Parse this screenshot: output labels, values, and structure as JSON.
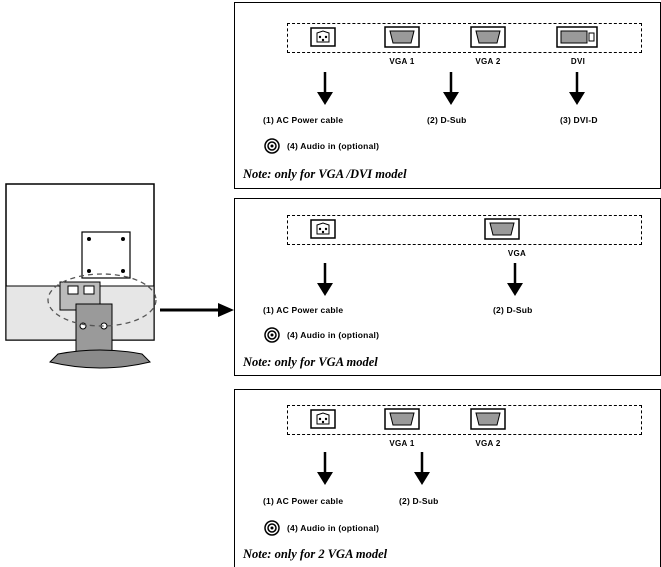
{
  "monitor": {
    "icon": "monitor-rear-icon"
  },
  "panels": [
    {
      "ports": [
        {
          "icon": "ac-socket-icon",
          "label": ""
        },
        {
          "icon": "vga-port-icon",
          "label": "VGA 1"
        },
        {
          "icon": "vga-port-icon",
          "label": "VGA 2"
        },
        {
          "icon": "dvi-port-icon",
          "label": "DVI"
        }
      ],
      "cables": [
        "(1) AC Power cable",
        "(2) D-Sub",
        "(3) DVI-D"
      ],
      "audio": "(4) Audio in (optional)",
      "note": "Note:  only for VGA /DVI model"
    },
    {
      "ports": [
        {
          "icon": "ac-socket-icon",
          "label": ""
        },
        {
          "icon": "vga-port-icon",
          "label": "VGA"
        }
      ],
      "cables": [
        "(1) AC Power cable",
        "(2) D-Sub"
      ],
      "audio": "(4) Audio in (optional)",
      "note": "Note:  only for VGA model"
    },
    {
      "ports": [
        {
          "icon": "ac-socket-icon",
          "label": ""
        },
        {
          "icon": "vga-port-icon",
          "label": "VGA 1"
        },
        {
          "icon": "vga-port-icon",
          "label": "VGA 2"
        }
      ],
      "cables": [
        "(1) AC Power cable",
        "(2) D-Sub"
      ],
      "audio": "(4) Audio in (optional)",
      "note": "Note:  only for 2 VGA  model"
    }
  ]
}
